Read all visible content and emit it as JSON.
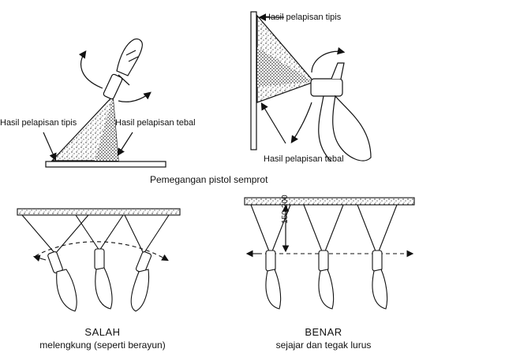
{
  "top_left": {
    "label_thin": "Hasil pelapisan tipis",
    "label_thick": "Hasil pelapisan tebal"
  },
  "top_right": {
    "label_thin": "Hasil pelapisan tipis",
    "label_thick": "Hasil pelapisan tebal"
  },
  "caption_top": "Pemegangan pistol semprot",
  "bottom_left": {
    "title": "SALAH",
    "subtitle": "melengkung (seperti berayun)"
  },
  "bottom_right": {
    "title": "BENAR",
    "subtitle": "sejajar dan tegak lurus",
    "distance_label": "150-200"
  }
}
